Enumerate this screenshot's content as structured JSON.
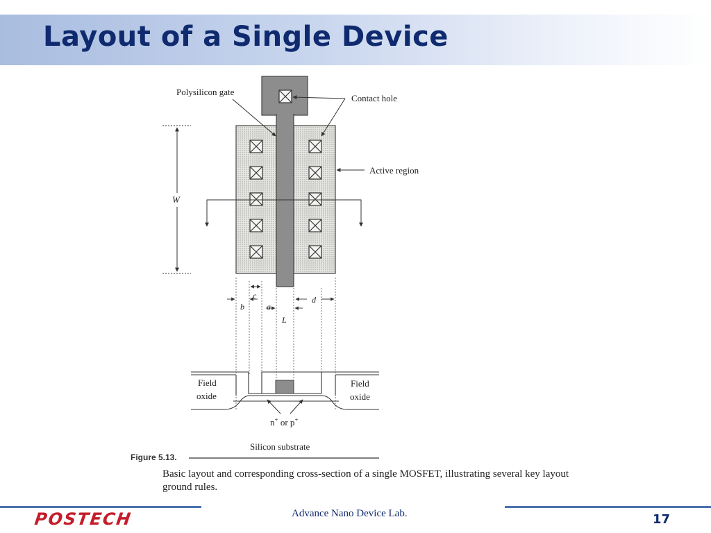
{
  "slide": {
    "title": "Layout of a Single Device",
    "page_number": "17",
    "footer_lab": "Advance Nano Device Lab.",
    "logo_text": "POSTECH"
  },
  "figure": {
    "label": "Figure 5.13.",
    "caption": "Basic layout and corresponding cross-section of a single MOSFET, illustrating several key layout ground rules.",
    "labels": {
      "polysilicon_gate": "Polysilicon gate",
      "contact_hole": "Contact hole",
      "active_region": "Active region",
      "w": "W",
      "a": "a",
      "b": "b",
      "c": "c",
      "d": "d",
      "l": "L",
      "field_oxide_left_1": "Field",
      "field_oxide_left_2": "oxide",
      "field_oxide_right_1": "Field",
      "field_oxide_right_2": "oxide",
      "np": "n",
      "np_sup1": "+",
      "np_mid": " or p",
      "np_sup2": "+",
      "substrate": "Silicon substrate"
    }
  },
  "colors": {
    "title": "#0f2a6e",
    "accent_line": "#4c72b0",
    "logo": "#c41e2a"
  }
}
